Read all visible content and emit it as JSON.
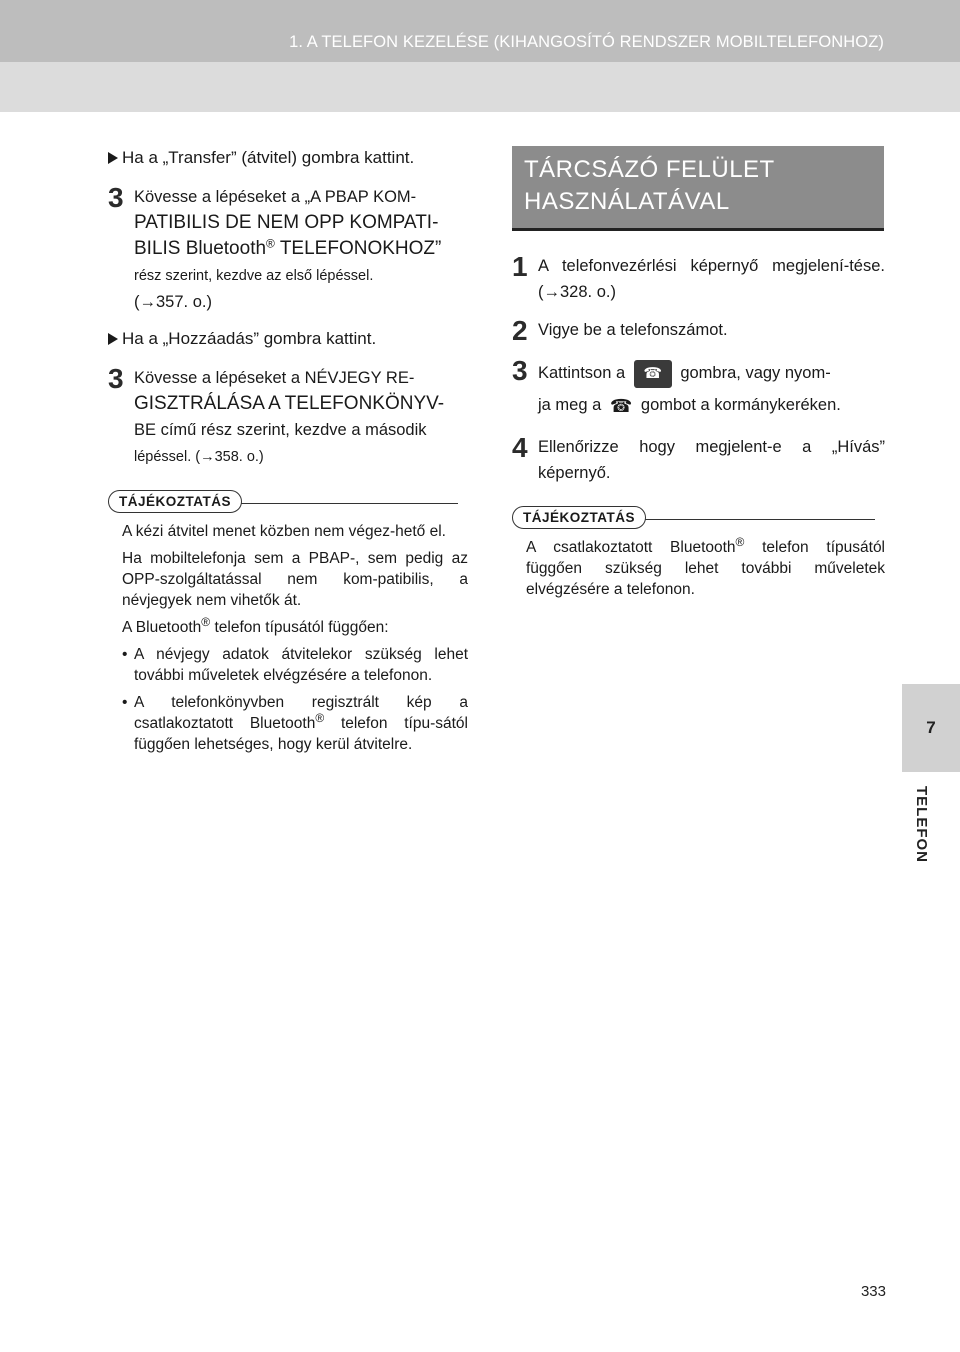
{
  "header": {
    "title": "1. A TELEFON KEZELÉSE (KIHANGOSÍTÓ RENDSZER MOBILTELEFONHOZ)"
  },
  "side_tab": {
    "number": "7",
    "label": "TELEFON"
  },
  "page_number": "333",
  "left": {
    "bullet1": "Ha a „Transfer” (átvitel) gombra kattint.",
    "step3a": {
      "num": "3",
      "line1": "Kövesse a lépéseket a „A PBAP KOM-",
      "line2": "PATIBILIS DE NEM OPP KOMPATI-",
      "line3a": "BILIS Bluetooth",
      "reg": "®",
      "line3b": " TELEFONOKHOZ”",
      "line4": "rész szerint, kezdve az első lépéssel.",
      "line5": "(→357. o.)"
    },
    "bullet2": "Ha a „Hozzáadás” gombra kattint.",
    "step3b": {
      "num": "3",
      "line1": "Kövesse a lépéseket a NÉVJEGY RE-",
      "line2": "GISZTRÁLÁSA A TELEFONKÖNYV-",
      "line3": "BE című rész szerint, kezdve a második",
      "line4": "lépéssel. (→358. o.)"
    },
    "note": {
      "label": "TÁJÉKOZTATÁS",
      "p1": "A kézi átvitel menet közben nem végez-hető el.",
      "p2": "Ha mobiltelefonja sem a PBAP-, sem pedig az OPP-szolgáltatással nem kom-patibilis, a névjegyek nem vihetők át.",
      "p3a": "A Bluetooth",
      "p3reg": "®",
      "p3b": " telefon típusától függően:",
      "li_marker": "•",
      "li1": "A névjegy adatok átvitelekor szükség lehet további műveletek elvégzésére a telefonon.",
      "li2a": "A telefonkönyvben regisztrált kép a csatlakoztatott Bluetooth",
      "li2reg": "®",
      "li2b": " telefon típu-sától függően lehetséges, hogy kerül átvitelre."
    }
  },
  "right": {
    "section_title_line1": "TÁRCSÁZÓ FELÜLET",
    "section_title_line2": "HASZNÁLATÁVAL",
    "step1": {
      "num": "1",
      "text": "A telefonvezérlési képernyő megjelení-tése. (→328. o.)"
    },
    "step2": {
      "num": "2",
      "text": "Vigye be a telefonszámot."
    },
    "step3": {
      "num": "3",
      "before": "Kattintson a",
      "after": "gombra, vagy nyom-",
      "line2a": "ja meg a",
      "line2b": "gombot a kormánykeréken."
    },
    "step4": {
      "num": "4",
      "text": "Ellenőrizze hogy megjelent-e a „Hívás” képernyő."
    },
    "note": {
      "label": "TÁJÉKOZTATÁS",
      "p1a": "A csatlakoztatott Bluetooth",
      "p1reg": "®",
      "p1b": " telefon típusától függően szükség lehet további műveletek elvégzésére a telefonon."
    }
  }
}
